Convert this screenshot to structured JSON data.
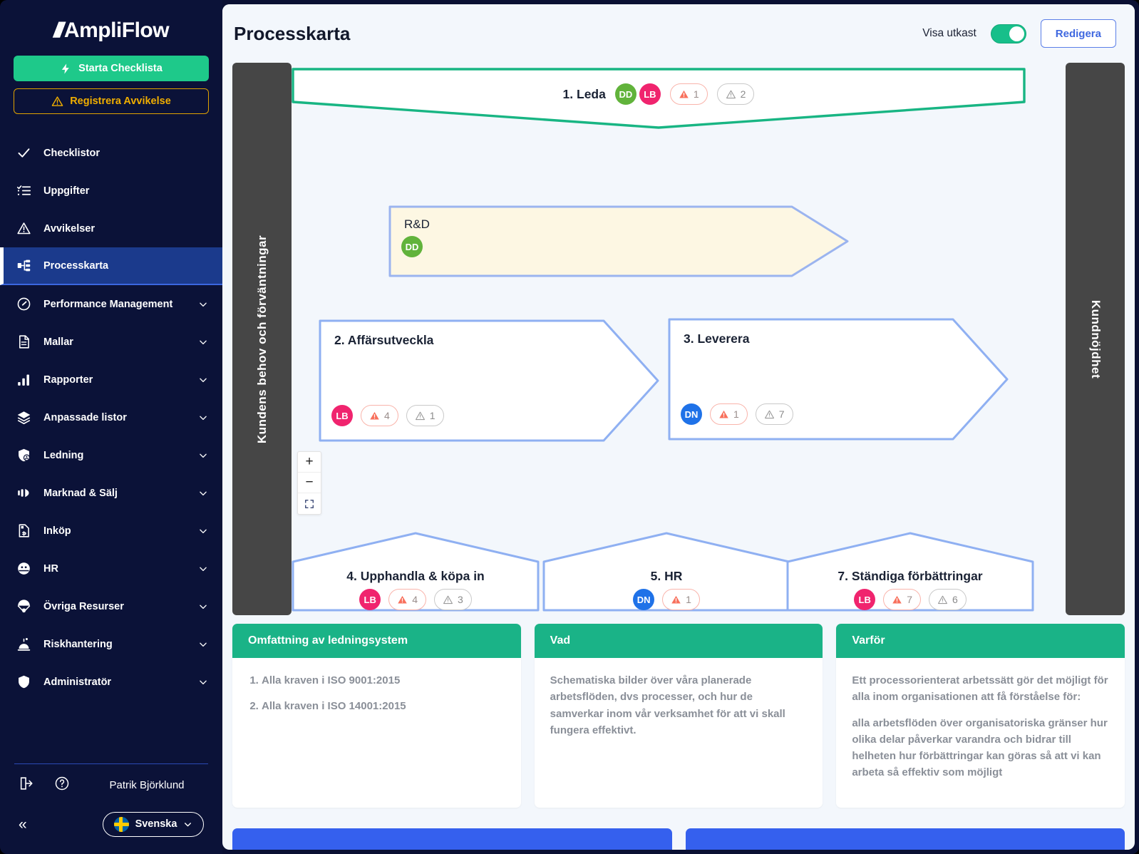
{
  "brand": {
    "name": "AmpliFlow",
    "accent": "#1ec98a"
  },
  "sidebar": {
    "start_checklist": "Starta Checklista",
    "register_deviation": "Registrera Avvikelse",
    "items": [
      {
        "label": "Checklistor",
        "icon": "check-icon",
        "expandable": false,
        "active": false
      },
      {
        "label": "Uppgifter",
        "icon": "tasklist-icon",
        "expandable": false,
        "active": false
      },
      {
        "label": "Avvikelser",
        "icon": "warning-icon",
        "expandable": false,
        "active": false
      },
      {
        "label": "Processkarta",
        "icon": "process-icon",
        "expandable": false,
        "active": true
      },
      {
        "label": "Performance Management",
        "icon": "gauge-icon",
        "expandable": true,
        "active": false
      },
      {
        "label": "Mallar",
        "icon": "document-icon",
        "expandable": true,
        "active": false
      },
      {
        "label": "Rapporter",
        "icon": "bar-chart-icon",
        "expandable": true,
        "active": false
      },
      {
        "label": "Anpassade listor",
        "icon": "layers-icon",
        "expandable": true,
        "active": false
      },
      {
        "label": "Ledning",
        "icon": "shield-user-icon",
        "expandable": true,
        "active": false
      },
      {
        "label": "Marknad & Sälj",
        "icon": "megaphone-icon",
        "expandable": true,
        "active": false
      },
      {
        "label": "Inköp",
        "icon": "invoice-icon",
        "expandable": true,
        "active": false
      },
      {
        "label": "HR",
        "icon": "people-icon",
        "expandable": true,
        "active": false
      },
      {
        "label": "Övriga Resurser",
        "icon": "parachute-icon",
        "expandable": true,
        "active": false
      },
      {
        "label": "Riskhantering",
        "icon": "alarm-icon",
        "expandable": true,
        "active": false
      },
      {
        "label": "Administratör",
        "icon": "shield-icon",
        "expandable": true,
        "active": false
      }
    ],
    "footer": {
      "user_name": "Patrik Björklund",
      "language": "Svenska",
      "logout_icon": "logout-icon",
      "help_icon": "help-circle-icon",
      "collapse_icon": "chevrons-left-icon"
    }
  },
  "header": {
    "title": "Processkarta",
    "toggle_label": "Visa utkast",
    "toggle_on": true,
    "edit_button": "Redigera"
  },
  "process_map": {
    "left_rail": "Kundens behov och förväntningar",
    "right_rail": "Kundnöjdhet",
    "zoom_controls": {
      "zoom_in": "+",
      "zoom_out": "−",
      "fit_icon": "fullscreen-icon"
    },
    "shapes": [
      {
        "id": "leda",
        "kind": "banner",
        "title": "1. Leda",
        "border_color": "#18b583",
        "fill": "#ffffff",
        "avatars": [
          {
            "initials": "DD",
            "color": "green"
          },
          {
            "initials": "LB",
            "color": "pink"
          }
        ],
        "chips": [
          {
            "type": "red",
            "count": "1"
          },
          {
            "type": "gray",
            "count": "2"
          }
        ]
      },
      {
        "id": "rnd",
        "kind": "arrow",
        "title": "R&D",
        "border_color": "#9bb4ef",
        "fill": "#fdf7e3",
        "avatars": [
          {
            "initials": "DD",
            "color": "green"
          }
        ],
        "chips": []
      },
      {
        "id": "proc2",
        "kind": "arrow",
        "title": "2. Affärsutveckla",
        "border_color": "#8fb0f2",
        "fill": "#ffffff",
        "avatars": [
          {
            "initials": "LB",
            "color": "pink"
          }
        ],
        "chips": [
          {
            "type": "red",
            "count": "4"
          },
          {
            "type": "gray",
            "count": "1"
          }
        ]
      },
      {
        "id": "proc3",
        "kind": "arrow",
        "title": "3. Leverera",
        "border_color": "#8fb0f2",
        "fill": "#ffffff",
        "avatars": [
          {
            "initials": "DN",
            "color": "blue"
          }
        ],
        "chips": [
          {
            "type": "red",
            "count": "1"
          },
          {
            "type": "gray",
            "count": "7"
          }
        ]
      },
      {
        "id": "pent4",
        "kind": "pentagon",
        "title": "4. Upphandla & köpa in",
        "border_color": "#8fb0f2",
        "fill": "#ffffff",
        "avatars": [
          {
            "initials": "LB",
            "color": "pink"
          }
        ],
        "chips": [
          {
            "type": "red",
            "count": "4"
          },
          {
            "type": "gray",
            "count": "3"
          }
        ]
      },
      {
        "id": "pent5",
        "kind": "pentagon",
        "title": "5. HR",
        "border_color": "#8fb0f2",
        "fill": "#ffffff",
        "avatars": [
          {
            "initials": "DN",
            "color": "blue"
          }
        ],
        "chips": [
          {
            "type": "red",
            "count": "1"
          }
        ]
      },
      {
        "id": "pent7",
        "kind": "pentagon",
        "title": "7. Ständiga förbättringar",
        "border_color": "#8fb0f2",
        "fill": "#ffffff",
        "avatars": [
          {
            "initials": "LB",
            "color": "pink"
          }
        ],
        "chips": [
          {
            "type": "red",
            "count": "7"
          },
          {
            "type": "gray",
            "count": "6"
          }
        ]
      }
    ]
  },
  "info_cards": [
    {
      "title": "Omfattning av ledningsystem",
      "list": [
        "Alla kraven i ISO 9001:2015",
        "Alla kraven i ISO 14001:2015"
      ],
      "paragraphs": []
    },
    {
      "title": "Vad",
      "list": [],
      "paragraphs": [
        "Schematiska bilder över våra planerade arbetsflöden, dvs processer, och hur de samverkar inom vår verksamhet för att vi skall fungera effektivt."
      ]
    },
    {
      "title": "Varför",
      "list": [],
      "paragraphs": [
        "Ett processorienterat arbetssätt gör det möjligt för alla inom organisationen att få förståelse för:",
        "alla arbetsflöden över organisatoriska gränser hur olika delar påverkar varandra och bidrar till helheten hur förbättringar kan göras så att vi kan arbeta så effektiv som möjligt"
      ]
    }
  ],
  "partial_cards_below": 2
}
